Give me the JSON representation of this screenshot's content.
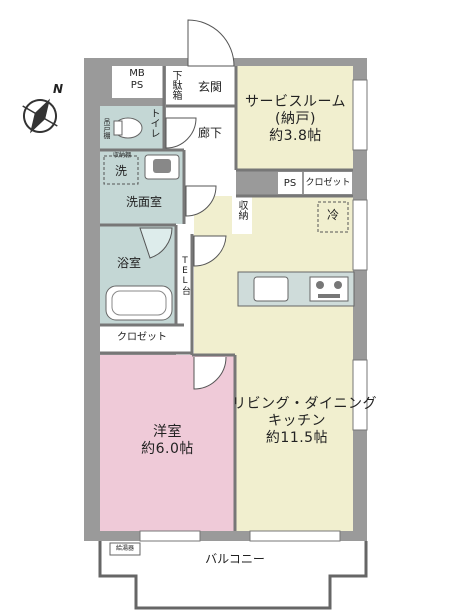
{
  "compass": {
    "north": "N"
  },
  "rooms": {
    "service_room": {
      "name": "サービスルーム",
      "sub": "(納戸)",
      "size": "約3.8帖"
    },
    "ldk": {
      "line1": "リビング・ダイニング",
      "line2": "キッチン",
      "size": "約11.5帖"
    },
    "western": {
      "name": "洋室",
      "size": "約6.0帖"
    },
    "entrance": "玄関",
    "shoe_box": "下駄箱",
    "corridor": "廊下",
    "toilet": "トイレ",
    "toilet_shelf": "吊戸棚",
    "washroom": "洗面室",
    "washer": "洗",
    "wash_shelf": "収納棚",
    "bath": "浴室",
    "storage": "収納",
    "tel": "TEL台",
    "closet_west": "クロゼット",
    "closet_service": "クロゼット",
    "ps": "PS",
    "mbps_1": "MB",
    "mbps_2": "PS",
    "fridge": "冷",
    "balcony": "バルコニー",
    "water_heater": "給湯器"
  }
}
